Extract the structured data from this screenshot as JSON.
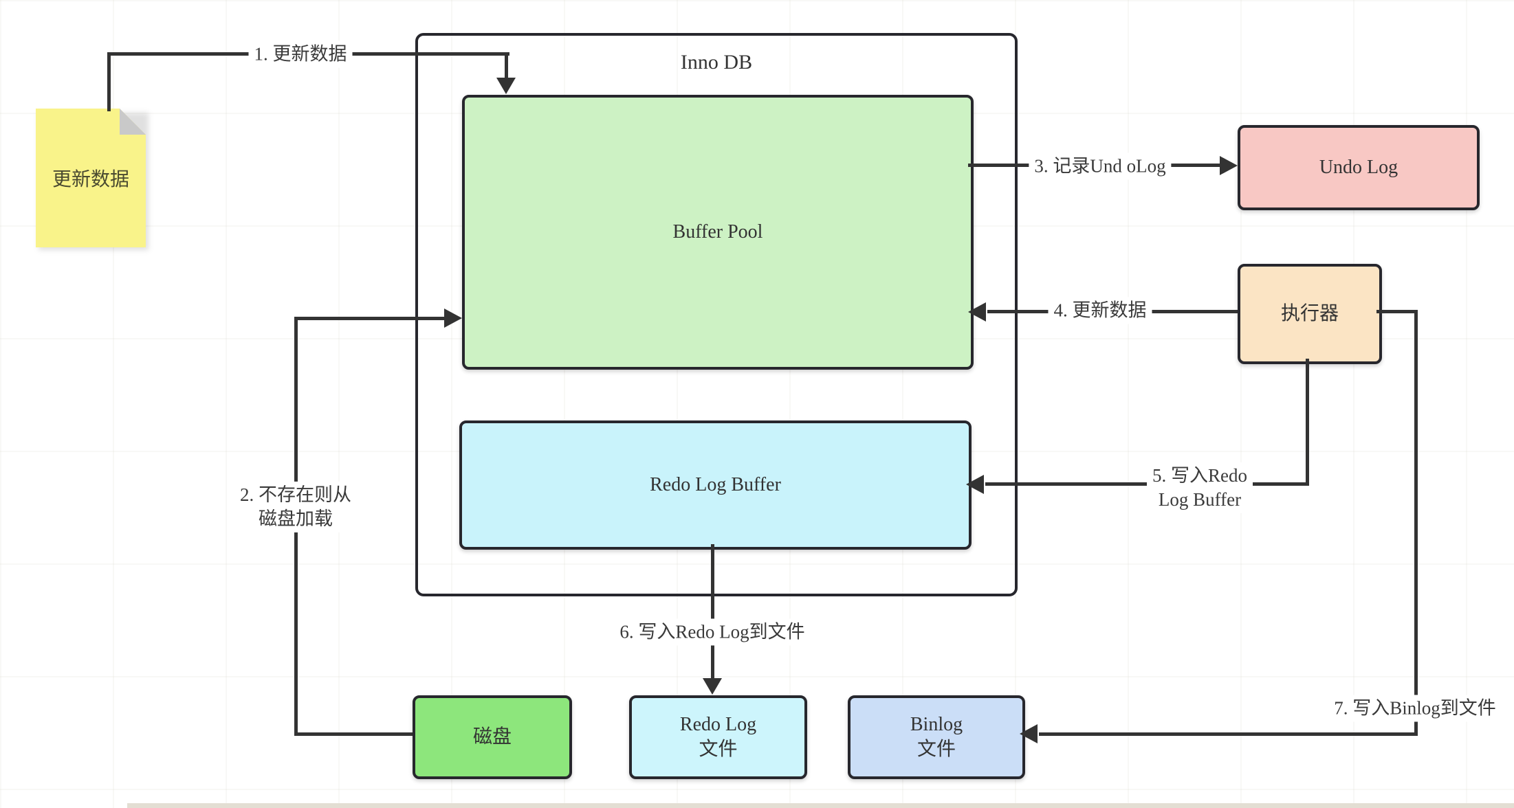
{
  "diagram": {
    "container": {
      "title": "Inno DB"
    },
    "nodes": {
      "update_data_note": {
        "label": "更新数据",
        "fill": "#f9f38a",
        "fold_color": "#c9c9c9"
      },
      "buffer_pool": {
        "label": "Buffer Pool",
        "fill": "#cdf2c4"
      },
      "redo_log_buffer": {
        "label": "Redo Log Buffer",
        "fill": "#c9f3fb"
      },
      "undo_log": {
        "label": "Undo Log",
        "fill": "#f8c8c4"
      },
      "executor": {
        "label": "执行器",
        "fill": "#fbe4c4"
      },
      "disk": {
        "label": "磁盘",
        "fill": "#8de67c"
      },
      "redo_log_file": {
        "label_line1": "Redo Log",
        "label_line2": "文件",
        "fill": "#cdf5fc"
      },
      "binlog_file": {
        "label_line1": "Binlog",
        "label_line2": "文件",
        "fill": "#cbdef7"
      }
    },
    "edges": {
      "step1": {
        "label": "1. 更新数据",
        "from": "update_data_note",
        "to": "buffer_pool"
      },
      "step2": {
        "label_line1": "2. 不存在则从",
        "label_line2": "磁盘加载",
        "from": "disk",
        "to": "buffer_pool"
      },
      "step3": {
        "label": "3. 记录Und oLog",
        "from": "buffer_pool",
        "to": "undo_log"
      },
      "step4": {
        "label": "4. 更新数据",
        "from": "executor",
        "to": "buffer_pool"
      },
      "step5": {
        "label_line1": "5. 写入Redo",
        "label_line2": "Log Buffer",
        "from": "executor",
        "to": "redo_log_buffer"
      },
      "step6": {
        "label": "6. 写入Redo Log到文件",
        "from": "redo_log_buffer",
        "to": "redo_log_file"
      },
      "step7": {
        "label": "7. 写入Binlog到文件",
        "from": "executor",
        "to": "binlog_file"
      }
    },
    "colors": {
      "line": "#333333",
      "node_border": "#27272d",
      "background": "#ffffff",
      "label_text": "#3a3a3a"
    }
  }
}
